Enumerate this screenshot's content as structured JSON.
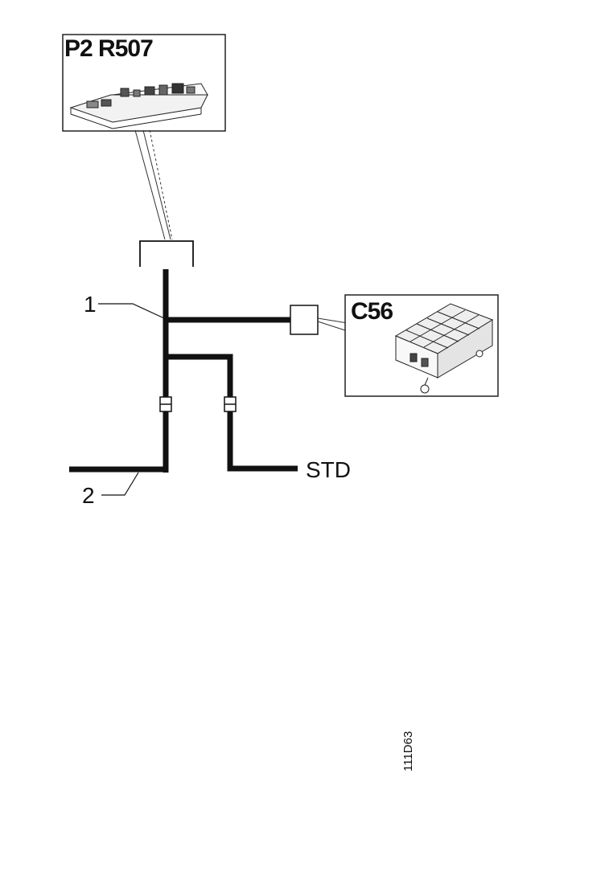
{
  "components": {
    "p2": {
      "label": "P2 R507"
    },
    "c56": {
      "label": "C56"
    }
  },
  "callouts": {
    "one": "1",
    "two": "2"
  },
  "wire_end_label": "STD",
  "document_id": "111D63",
  "colors": {
    "wire": "#111111",
    "background": "#ffffff",
    "frame": "#222222"
  }
}
